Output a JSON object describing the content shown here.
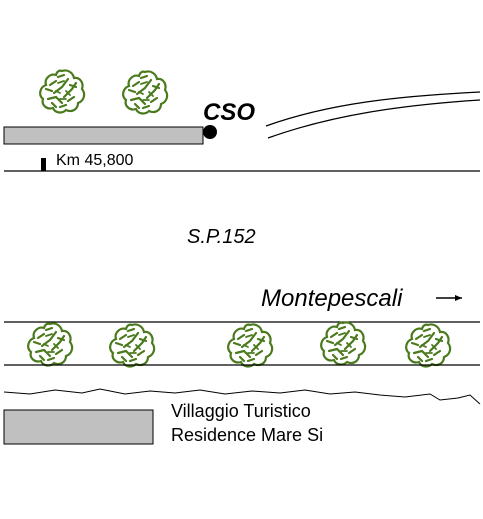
{
  "cso_label": "CSO",
  "km_marker": "Km 45,800",
  "road_name": "S.P.152",
  "direction": {
    "destination": "Montepescali",
    "arrow": "right"
  },
  "resort": {
    "line1": "Villaggio Turistico",
    "line2": "Residence Mare Si"
  },
  "colors": {
    "tree": "#4a7a1c",
    "tree_fill": "#ffffff",
    "block_fill": "#c0c0c0",
    "line": "#000000"
  },
  "icons": [
    "tree-icon",
    "cso-point-icon",
    "km-marker-icon",
    "arrow-right-icon"
  ]
}
